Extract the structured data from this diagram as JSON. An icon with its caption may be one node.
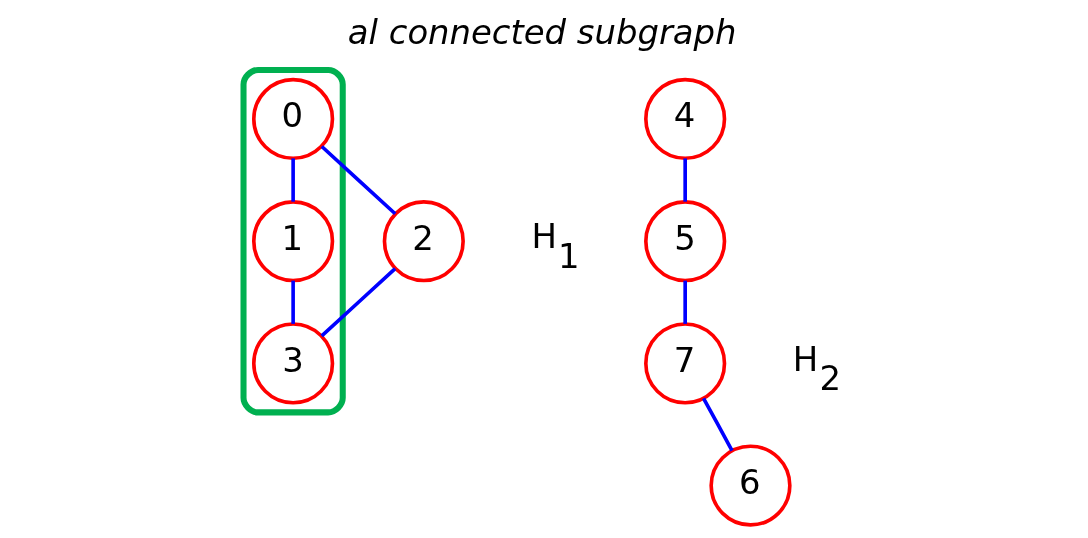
{
  "diagram": {
    "title": "al connected subgraph",
    "nodes": [
      {
        "text": [],
        "shape": "loop"
      },
      {
        "text": [
          "0"
        ],
        "in": 0
      },
      {
        "text": [
          "4"
        ]
      },
      {
        "text": [
          "1"
        ],
        "in": 0
      },
      {
        "text": [
          "2"
        ]
      },
      {
        "text": [
          "5"
        ]
      },
      {
        "text": [
          "7"
        ]
      },
      {
        "text": [
          "3"
        ],
        "in": 0
      },
      {
        "text": [
          "6"
        ]
      }
    ],
    "edges": [
      {
        "from": 1,
        "to": 3,
        "arrow": "none"
      },
      {
        "from": 1,
        "to": 4,
        "arrow": "none"
      },
      {
        "from": 3,
        "to": 7,
        "arrow": "none"
      },
      {
        "from": 4,
        "to": 7,
        "arrow": "none"
      },
      {
        "from": 2,
        "to": 5,
        "arrow": "none"
      },
      {
        "from": 5,
        "to": 6,
        "arrow": "none"
      },
      {
        "from": 6,
        "to": 8,
        "arrow": "none"
      }
    ],
    "labels": [
      "H$_{1}$",
      "H$_{2}$"
    ]
  }
}
